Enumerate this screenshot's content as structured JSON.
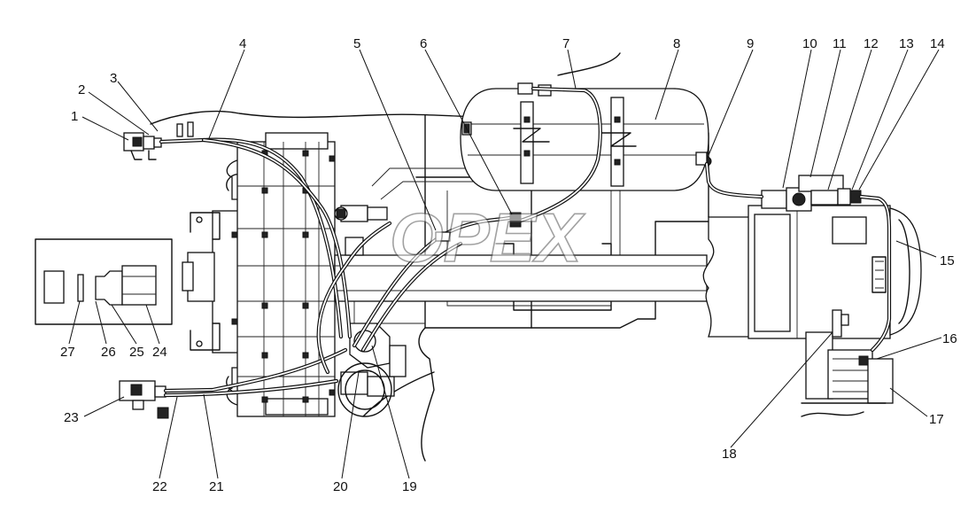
{
  "watermark": "OPEX",
  "callouts": [
    "1",
    "2",
    "3",
    "4",
    "5",
    "6",
    "7",
    "8",
    "9",
    "10",
    "11",
    "12",
    "13",
    "14",
    "15",
    "16",
    "17",
    "18",
    "19",
    "20",
    "21",
    "22",
    "23",
    "24",
    "25",
    "26",
    "27"
  ]
}
